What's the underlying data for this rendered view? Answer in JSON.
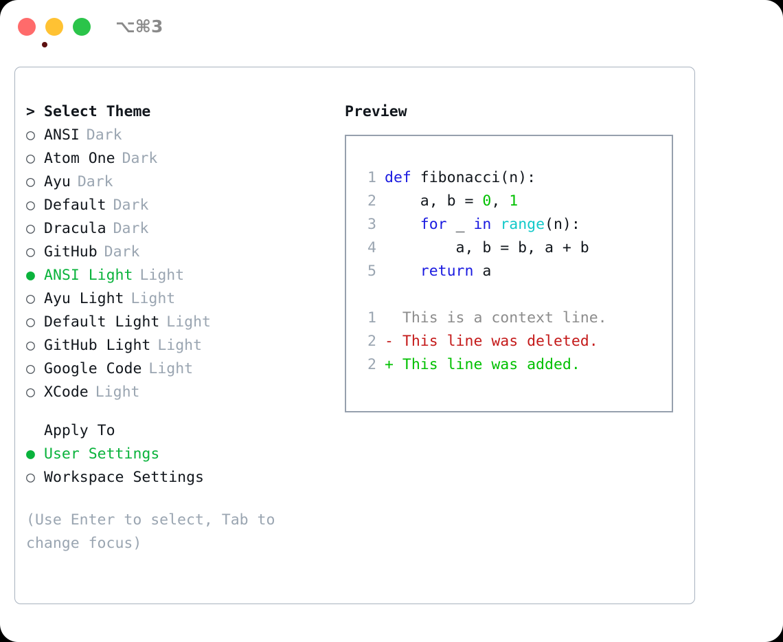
{
  "titlebar": {
    "shortcut": "⌥⌘3",
    "buttons": {
      "close": "close",
      "minimize": "minimize",
      "maximize": "maximize"
    }
  },
  "theme_list": {
    "header": {
      "marker": ">",
      "label": "Select Theme"
    },
    "items": [
      {
        "marker": "○",
        "label": "ANSI",
        "suffix": "Dark",
        "selected": false
      },
      {
        "marker": "○",
        "label": "Atom One",
        "suffix": "Dark",
        "selected": false
      },
      {
        "marker": "○",
        "label": "Ayu",
        "suffix": "Dark",
        "selected": false
      },
      {
        "marker": "○",
        "label": "Default",
        "suffix": "Dark",
        "selected": false
      },
      {
        "marker": "○",
        "label": "Dracula",
        "suffix": "Dark",
        "selected": false
      },
      {
        "marker": "○",
        "label": "GitHub",
        "suffix": "Dark",
        "selected": false
      },
      {
        "marker": "●",
        "label": "ANSI Light",
        "suffix": "Light",
        "selected": true
      },
      {
        "marker": "○",
        "label": "Ayu Light",
        "suffix": "Light",
        "selected": false
      },
      {
        "marker": "○",
        "label": "Default Light",
        "suffix": "Light",
        "selected": false
      },
      {
        "marker": "○",
        "label": "GitHub Light",
        "suffix": "Light",
        "selected": false
      },
      {
        "marker": "○",
        "label": "Google Code",
        "suffix": "Light",
        "selected": false
      },
      {
        "marker": "○",
        "label": "XCode",
        "suffix": "Light",
        "selected": false
      }
    ]
  },
  "apply_to": {
    "header": {
      "marker": "",
      "label": "Apply To"
    },
    "items": [
      {
        "marker": "●",
        "label": "User Settings",
        "selected": true
      },
      {
        "marker": "○",
        "label": "Workspace Settings",
        "selected": false
      }
    ]
  },
  "hint": "(Use Enter to select, Tab to change focus)",
  "preview": {
    "label": "Preview",
    "code_lines": [
      {
        "number": "1",
        "tokens": [
          {
            "text": "def",
            "kind": "kw"
          },
          {
            "text": " fibonacci(n):",
            "kind": "plain"
          }
        ]
      },
      {
        "number": "2",
        "tokens": [
          {
            "text": "    a, b = ",
            "kind": "plain"
          },
          {
            "text": "0",
            "kind": "num"
          },
          {
            "text": ", ",
            "kind": "plain"
          },
          {
            "text": "1",
            "kind": "num"
          }
        ]
      },
      {
        "number": "3",
        "tokens": [
          {
            "text": "    ",
            "kind": "plain"
          },
          {
            "text": "for",
            "kind": "kw"
          },
          {
            "text": " _ ",
            "kind": "plain"
          },
          {
            "text": "in",
            "kind": "kw"
          },
          {
            "text": " ",
            "kind": "plain"
          },
          {
            "text": "range",
            "kind": "fn"
          },
          {
            "text": "(n):",
            "kind": "plain"
          }
        ]
      },
      {
        "number": "4",
        "tokens": [
          {
            "text": "        a, b = b, a + b",
            "kind": "plain"
          }
        ]
      },
      {
        "number": "5",
        "tokens": [
          {
            "text": "    ",
            "kind": "plain"
          },
          {
            "text": "return",
            "kind": "kw"
          },
          {
            "text": " a",
            "kind": "plain"
          }
        ]
      }
    ],
    "diff_lines": [
      {
        "number": "1",
        "tokens": [
          {
            "text": "  This is a context line.",
            "kind": "ctx"
          }
        ]
      },
      {
        "number": "2",
        "tokens": [
          {
            "text": "- This line was deleted.",
            "kind": "del"
          }
        ]
      },
      {
        "number": "2",
        "tokens": [
          {
            "text": "+ This line was added.",
            "kind": "add"
          }
        ]
      }
    ]
  },
  "colors": {
    "accent_green": "#0ab33c",
    "keyword_blue": "#1a1ae0",
    "function_cyan": "#12c9c9",
    "number_green": "#00c000",
    "muted_grey": "#9aa5b1",
    "diff_delete_red": "#c41a1a",
    "diff_add_green": "#00c000",
    "border_grey": "#a8b2bf",
    "traffic_red": "#ff6b6b",
    "traffic_yellow": "#ffc233",
    "traffic_green": "#2bc44a"
  }
}
